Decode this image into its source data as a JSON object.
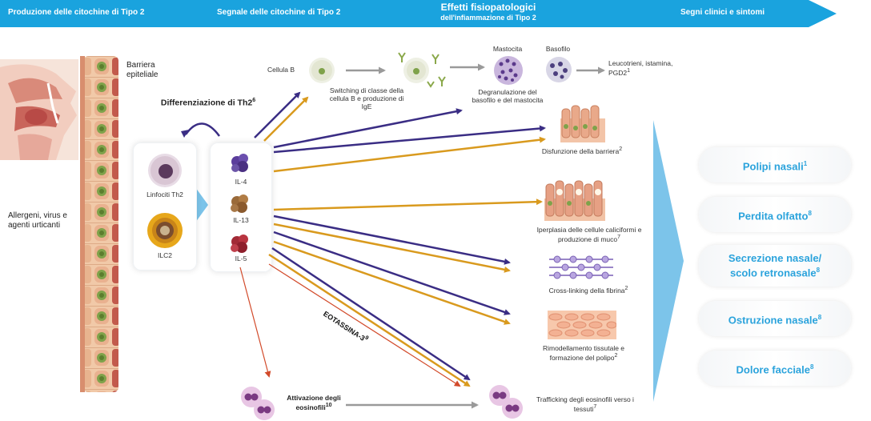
{
  "header": {
    "col1": "Produzione delle citochine di Tipo 2",
    "col2": "Segnale delle citochine di Tipo 2",
    "col3_title": "Effetti fisiopatologici",
    "col3_sub": "dell'infiammazione di Tipo 2",
    "col4": "Segni clinici e sintomi"
  },
  "left": {
    "barrier_label": "Barriera epiteliale",
    "allergens_label": "Allergeni, virus e agenti urticanti",
    "diff_label": "Differenziazione di Th2",
    "diff_ref": "6"
  },
  "cells": {
    "th2": "Linfociti Th2",
    "ilc2": "ILC2"
  },
  "cytokines": [
    "IL-4",
    "IL-13",
    "IL-5"
  ],
  "effects": {
    "b_cell": "Cellula B",
    "class_switch": "Switching di classe della cellula B e produzione di IgE",
    "mast_cell": "Mastocita",
    "basophil": "Basofilo",
    "mediators": "Leucotrieni, istamina, PGD2",
    "mediators_ref": "1",
    "degranulation": "Degranulazione del basofilo e del mastocita",
    "barrier_dysfunction": "Disfunzione della barriera",
    "barrier_dysfunction_ref": "2",
    "goblet_hyperplasia": "Iperplasia delle cellule caliciformi e produzione di muco",
    "goblet_hyperplasia_ref": "7",
    "fibrin": "Cross-linking della fibrina",
    "fibrin_ref": "2",
    "remodeling": "Rimodellamento tissutale e formazione del polipo",
    "remodeling_ref": "2",
    "eotaxin": "EOTASSINA-3",
    "eotaxin_ref": "9",
    "eos_activation": "Attivazione degli eosinofili",
    "eos_activation_ref": "10",
    "eos_trafficking": "Trafficking degli eosinofili verso i tessuti",
    "eos_trafficking_ref": "7"
  },
  "symptoms": [
    {
      "label": "Polipi nasali",
      "ref": "1"
    },
    {
      "label": "Perdita olfatto",
      "ref": "8"
    },
    {
      "label": "Secrezione nasale/ scolo retronasale",
      "ref": "8"
    },
    {
      "label": "Ostruzione nasale",
      "ref": "8"
    },
    {
      "label": "Dolore facciale",
      "ref": "8"
    }
  ],
  "colors": {
    "header": "#1aa3de",
    "il4_arrow": "#3a2d84",
    "il13_arrow": "#d99a1e",
    "il5_arrow": "#d24a2a",
    "symptom_text": "#2ba3dc"
  }
}
